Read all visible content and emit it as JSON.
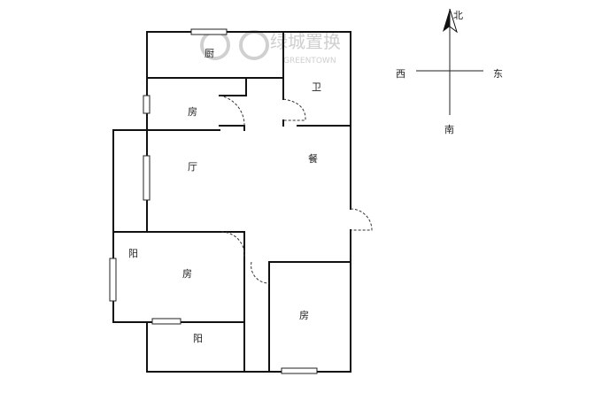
{
  "watermark": {
    "brand_cn": "绿城置换",
    "brand_en": "GREENTOWN"
  },
  "rooms": {
    "kitchen": "厨",
    "bedroom_top": "房",
    "bathroom": "卫",
    "living": "厅",
    "dining": "餐",
    "balcony_left": "阳",
    "bedroom_mid": "房",
    "balcony_bottom": "阳",
    "bedroom_right": "房"
  },
  "compass": {
    "north": "北",
    "south": "南",
    "east": "东",
    "west": "西"
  }
}
